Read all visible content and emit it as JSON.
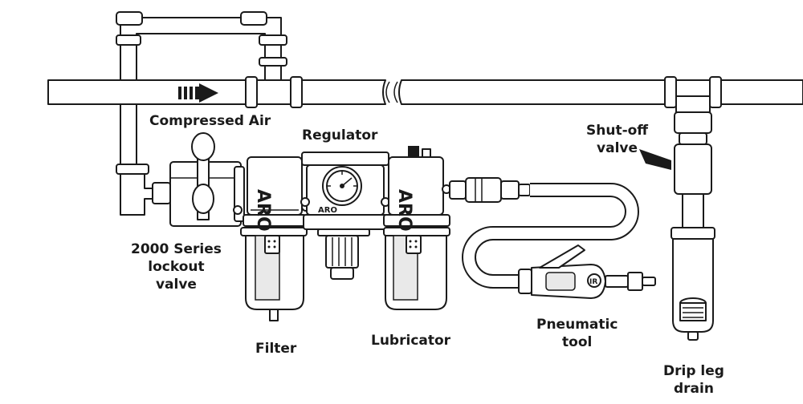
{
  "labels": {
    "compressed_air": "Compressed Air",
    "regulator": "Regulator",
    "shutoff_valve": [
      "Shut-off",
      "valve"
    ],
    "lockout_valve": [
      "2000 Series",
      "lockout",
      "valve"
    ],
    "filter": "Filter",
    "lubricator": "Lubricator",
    "pneumatic_tool": [
      "Pneumatic",
      "tool"
    ],
    "drip_leg_drain": [
      "Drip leg",
      "drain"
    ]
  },
  "brand_marks": {
    "filter_body": "ARO",
    "regulator_body": "ARO",
    "lubricator_body": "ARO",
    "tool_badge": "IR"
  },
  "icons": {
    "flow_arrow": "flow-direction-arrow-icon",
    "gauge": "pressure-gauge-icon"
  },
  "colors": {
    "line": "#1a1a1a",
    "fill": "#ffffff",
    "text": "#1a1a1a"
  }
}
